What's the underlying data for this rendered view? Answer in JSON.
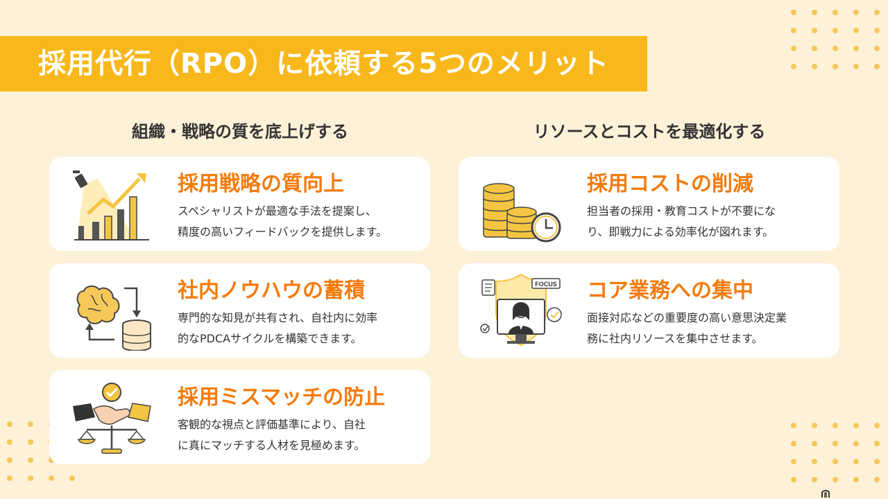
{
  "header": {
    "title": "採用代行（RPO）に依頼する5つのメリット"
  },
  "columns": {
    "left_title": "組織・戦略の質を底上げする",
    "right_title": "リソースとコストを最適化する"
  },
  "cards": [
    {
      "title": "採用戦略の質向上",
      "line1": "スペシャリストが最適な手法を提案し、",
      "line2": "精度の高いフィードバックを提供します。",
      "icon": "chart-growth-icon"
    },
    {
      "title": "社内ノウハウの蓄積",
      "line1": "専門的な知見が共有され、自社内に効率",
      "line2": "的なPDCAサイクルを構築できます。",
      "icon": "brain-database-icon"
    },
    {
      "title": "採用ミスマッチの防止",
      "line1": "客観的な視点と評価基準により、自社",
      "line2": "に真にマッチする人材を見極めます。",
      "icon": "handshake-scale-icon"
    },
    {
      "title": "採用コストの削減",
      "line1": "担当者の採用・教育コストが不要にな",
      "line2": "り、即戦力による効率化が図れます。",
      "icon": "coins-clock-icon"
    },
    {
      "title": "コア業務への集中",
      "line1": "面接対応などの重要度の高い意思決定業",
      "line2": "務に社内リソースを集中させます。",
      "icon": "focus-person-icon",
      "badge": "FOCUS"
    }
  ],
  "colors": {
    "accent": "#f8b81c",
    "title_orange": "#f47b0d",
    "background": "#fdf1d8"
  }
}
